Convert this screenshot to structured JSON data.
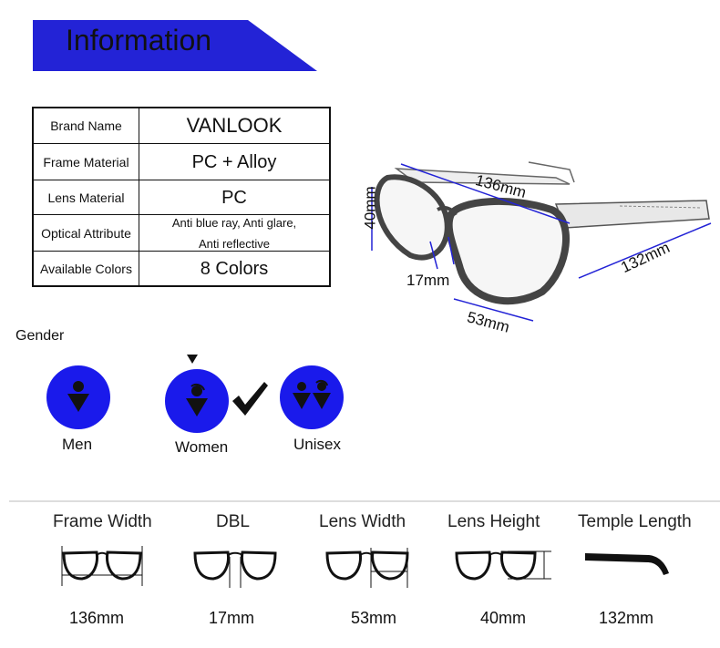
{
  "header": {
    "title": "Information",
    "color": "#2323d6"
  },
  "info_table": {
    "rows": [
      {
        "label": "Brand Name",
        "value": "VANLOOK"
      },
      {
        "label": "Frame Material",
        "value": "PC + Alloy"
      },
      {
        "label": "Lens Material",
        "value": "PC"
      },
      {
        "label": "Optical Attribute",
        "value_line1": "Anti blue ray, Anti glare,",
        "value_line2": "Anti reflective"
      },
      {
        "label": "Available Colors",
        "value": "8 Colors"
      }
    ]
  },
  "sketch_dims": {
    "temple_top": "136mm",
    "height": "40mm",
    "bridge": "17mm",
    "lens_width": "53mm",
    "temple_side": "132mm"
  },
  "gender": {
    "label": "Gender",
    "options": [
      {
        "name": "Men",
        "icon": "men-icon"
      },
      {
        "name": "Women",
        "icon": "women-icon",
        "selected": true
      },
      {
        "name": "Unisex",
        "icon": "unisex-icon"
      }
    ],
    "circle_color": "#1a1aeb"
  },
  "measurements": [
    {
      "title": "Frame Width",
      "value": "136mm",
      "icon": "frame-width-icon"
    },
    {
      "title": "DBL",
      "value": "17mm",
      "icon": "dbl-icon"
    },
    {
      "title": "Lens Width",
      "value": "53mm",
      "icon": "lens-width-icon"
    },
    {
      "title": "Lens Height",
      "value": "40mm",
      "icon": "lens-height-icon"
    },
    {
      "title": "Temple Length",
      "value": "132mm",
      "icon": "temple-length-icon"
    }
  ]
}
